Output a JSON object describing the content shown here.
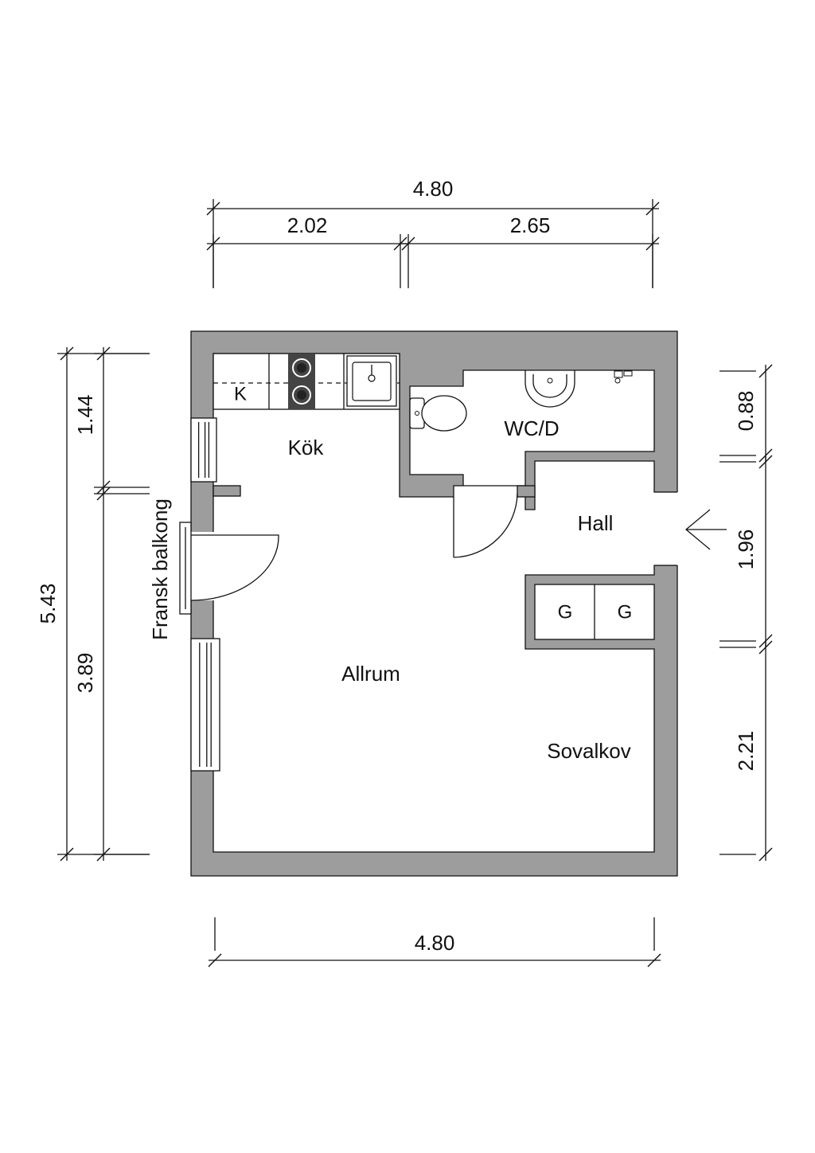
{
  "rooms": {
    "kok": "Kök",
    "wcd": "WC/D",
    "hall": "Hall",
    "allrum": "Allrum",
    "sovalkov": "Sovalkov",
    "fransk_balkong": "Fransk balkong"
  },
  "fixtures": {
    "fridge": "K",
    "wardrobe_1": "G",
    "wardrobe_2": "G"
  },
  "dimensions": {
    "top_total": "4.80",
    "top_left": "2.02",
    "top_right": "2.65",
    "bottom_total": "4.80",
    "left_total": "5.43",
    "left_upper": "1.44",
    "left_lower": "3.89",
    "right_upper": "0.88",
    "right_middle": "1.96",
    "right_lower": "2.21"
  },
  "colors": {
    "wall": "#9d9d9d",
    "line": "#111111",
    "stove": "#444444"
  },
  "icons": {
    "entrance": "entrance-arrow-icon"
  }
}
